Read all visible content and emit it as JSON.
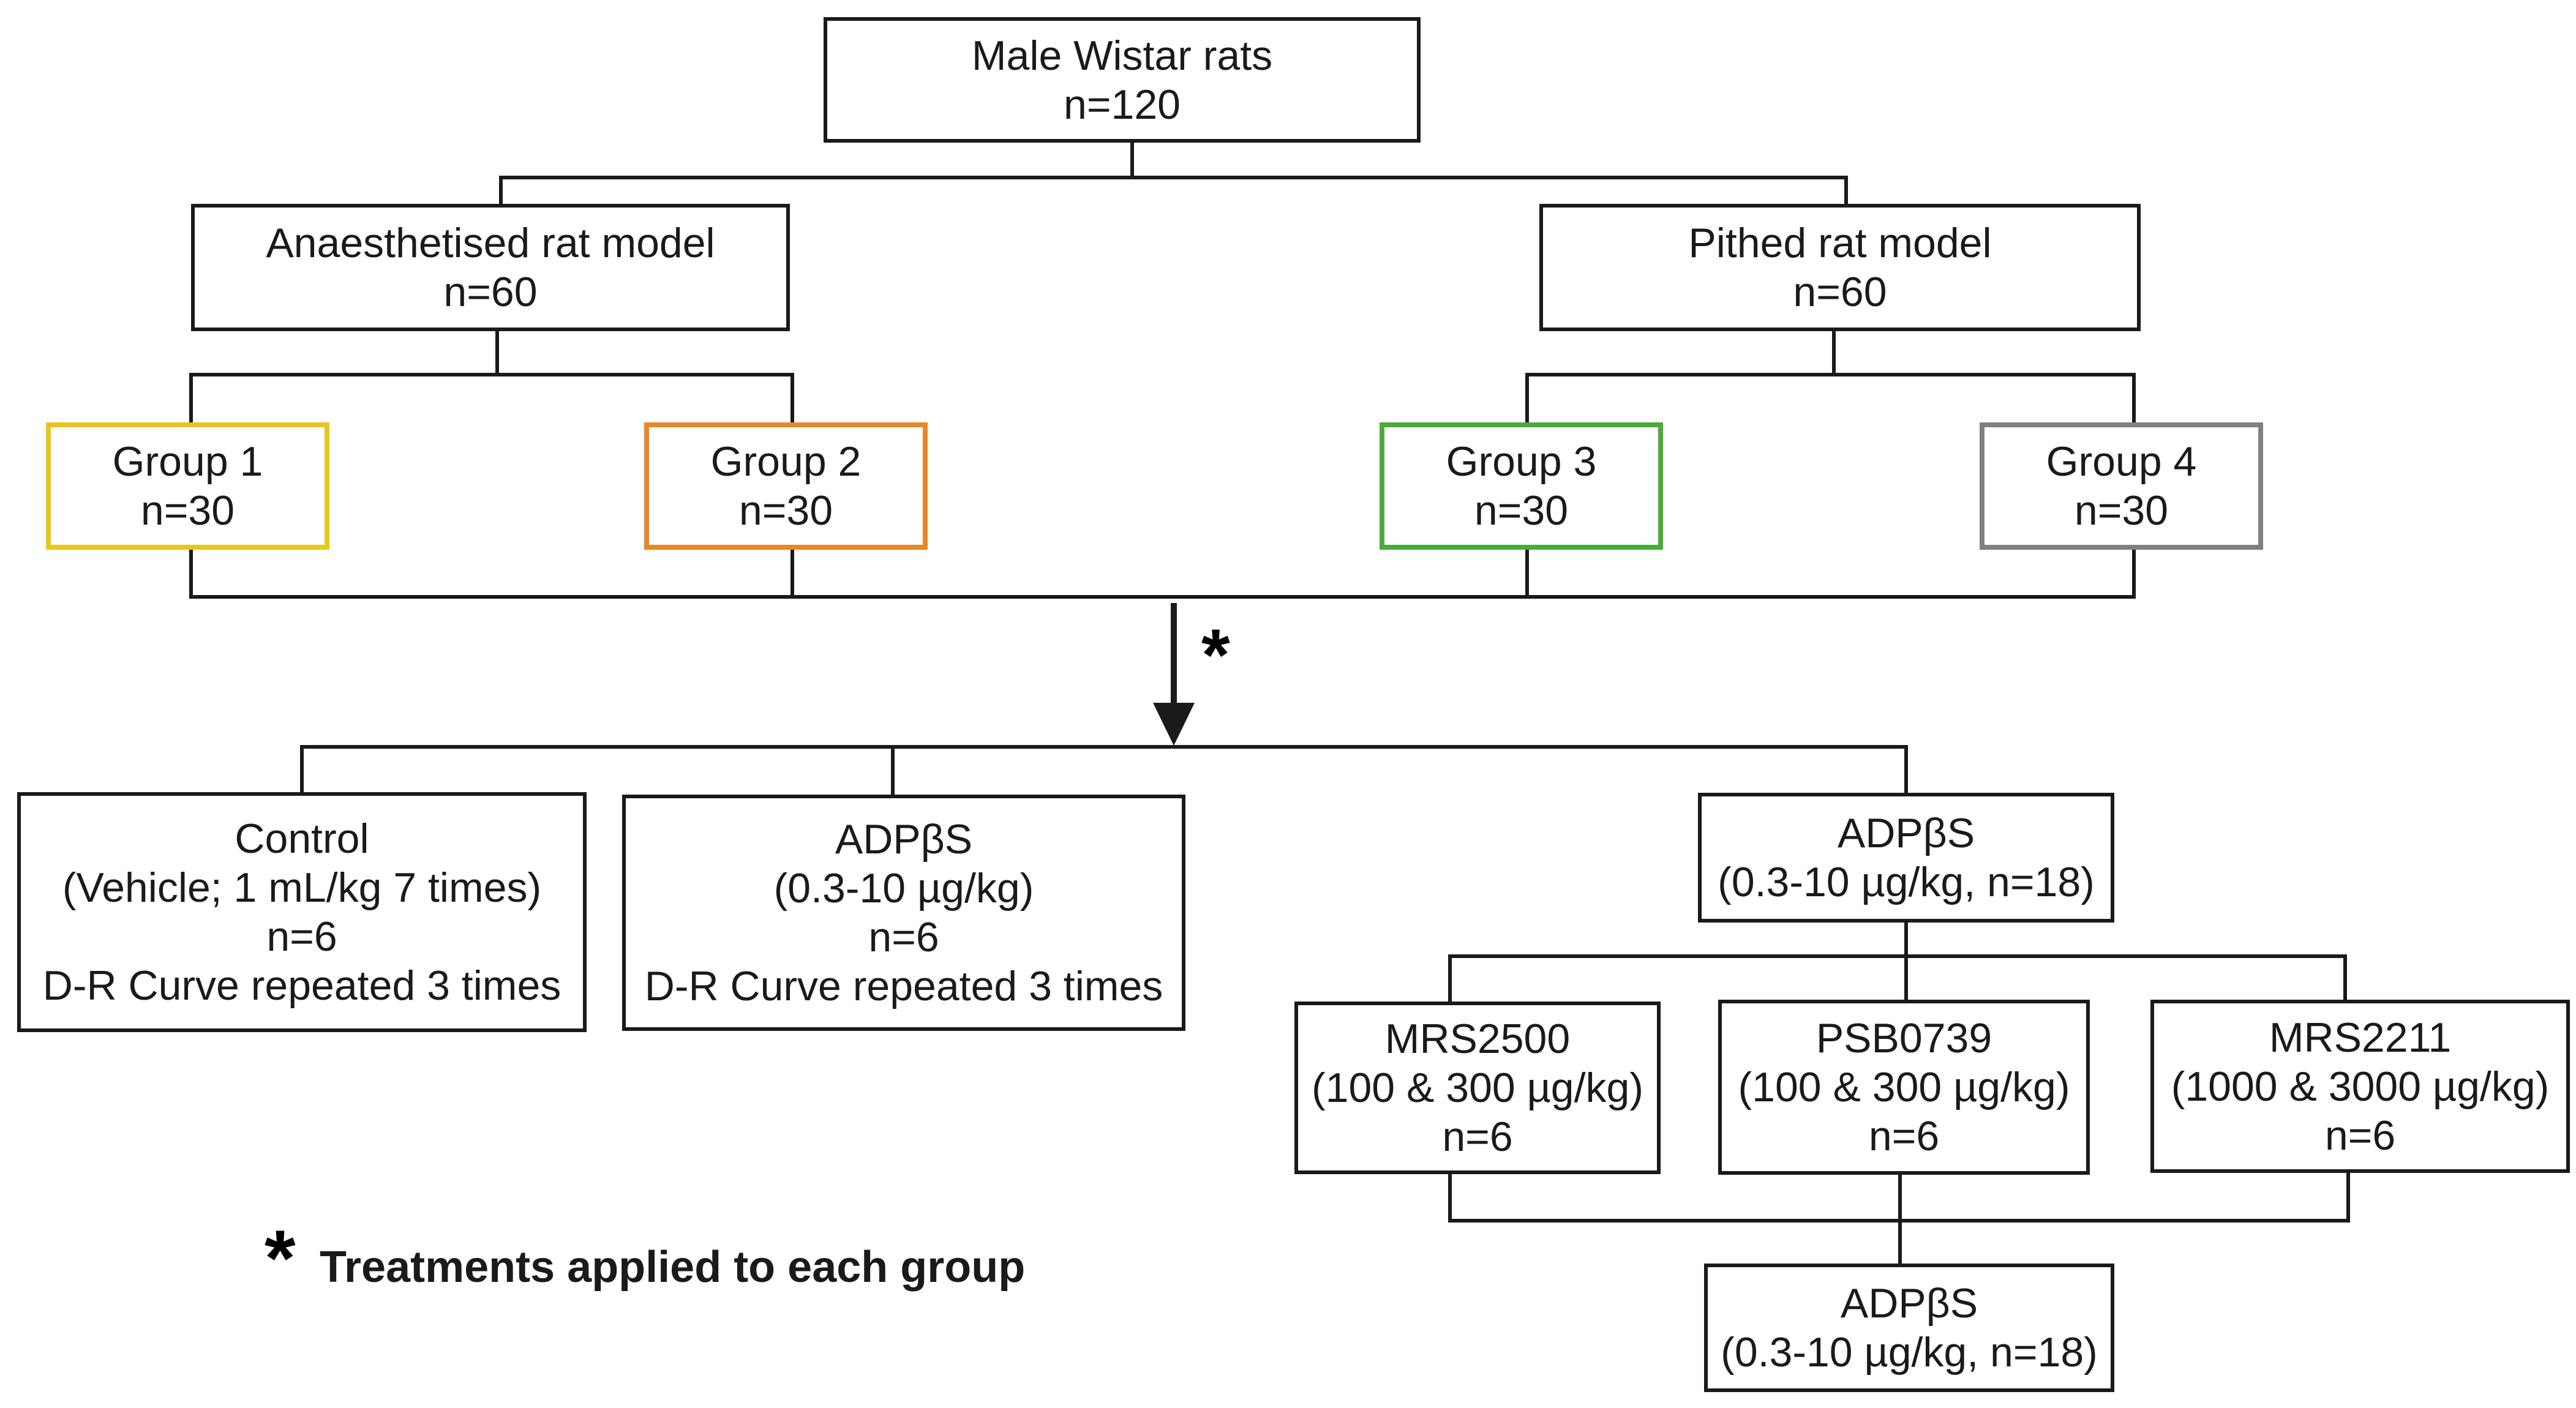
{
  "colors": {
    "line": "#1a1a1a",
    "group1_border": "#e8c61e",
    "group2_border": "#e8872a",
    "group3_border": "#4aab3a",
    "group4_border": "#808080"
  },
  "root": {
    "line1": "Male Wistar rats",
    "line2": "n=120"
  },
  "anaesthetised": {
    "line1": "Anaesthetised rat model",
    "line2": "n=60"
  },
  "pithed": {
    "line1": "Pithed rat model",
    "line2": "n=60"
  },
  "groups": [
    {
      "name": "Group 1",
      "n": "n=30"
    },
    {
      "name": "Group 2",
      "n": "n=30"
    },
    {
      "name": "Group 3",
      "n": "n=30"
    },
    {
      "name": "Group 4",
      "n": "n=30"
    }
  ],
  "arrow_marker": "*",
  "control": {
    "line1": "Control",
    "line2": "(Vehicle; 1 mL/kg 7 times)",
    "line3": "n=6",
    "line4": "D-R Curve repeated 3 times"
  },
  "adp_curve": {
    "line1": "ADPβS",
    "line2": "(0.3-10 µg/kg)",
    "line3": "n=6",
    "line4": "D-R Curve repeated 3 times"
  },
  "adp_first": {
    "line1": "ADPβS",
    "line2": "(0.3-10 µg/kg, n=18)"
  },
  "antagonists": [
    {
      "line1": "MRS2500",
      "line2": "(100 & 300 µg/kg)",
      "line3": "n=6"
    },
    {
      "line1": "PSB0739",
      "line2": "(100 & 300 µg/kg)",
      "line3": "n=6"
    },
    {
      "line1": "MRS2211",
      "line2": "(1000 & 3000 µg/kg)",
      "line3": "n=6"
    }
  ],
  "adp_second": {
    "line1": "ADPβS",
    "line2": "(0.3-10 µg/kg, n=18)"
  },
  "footnote": {
    "marker": "*",
    "text": "Treatments applied to each group"
  }
}
